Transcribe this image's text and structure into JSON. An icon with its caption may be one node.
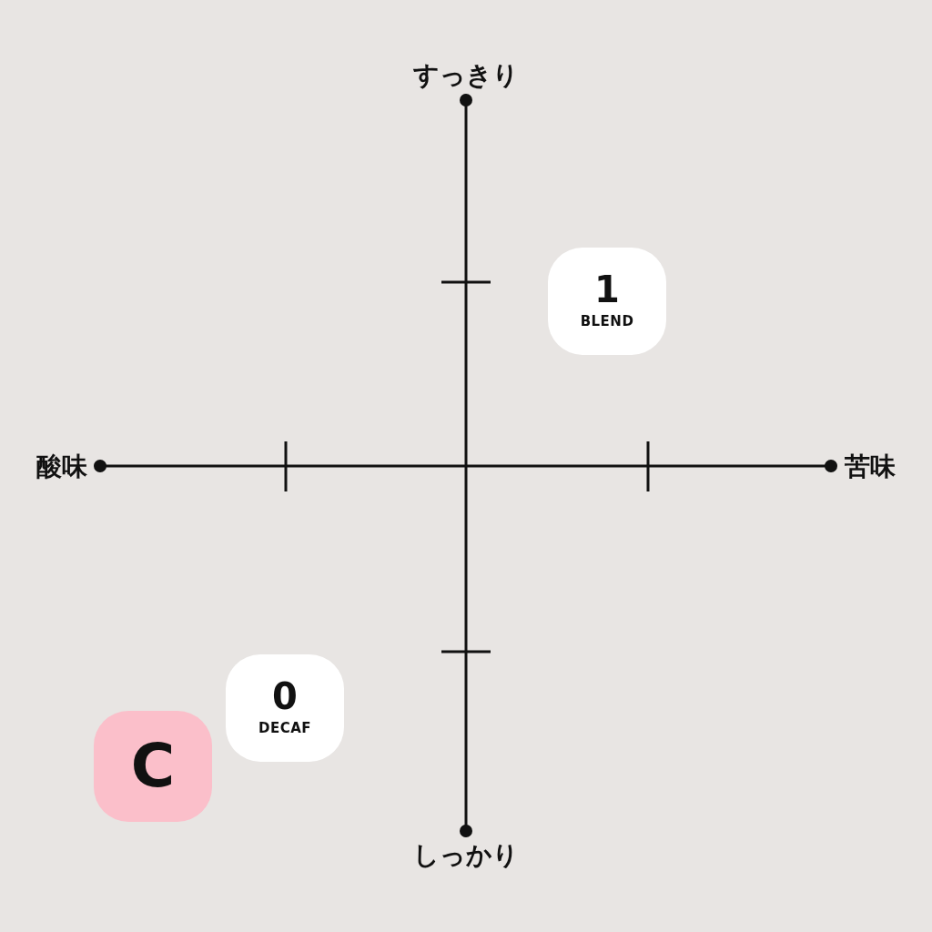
{
  "diagram": {
    "nodes": [
      {
        "text": [
          "1",
          "BLEND"
        ]
      },
      {
        "text": [
          "0",
          "DECAF"
        ]
      },
      {
        "text": [
          "C"
        ]
      }
    ],
    "labels": [
      "すっきり",
      "酸味",
      "苦味",
      "しっかり"
    ]
  }
}
